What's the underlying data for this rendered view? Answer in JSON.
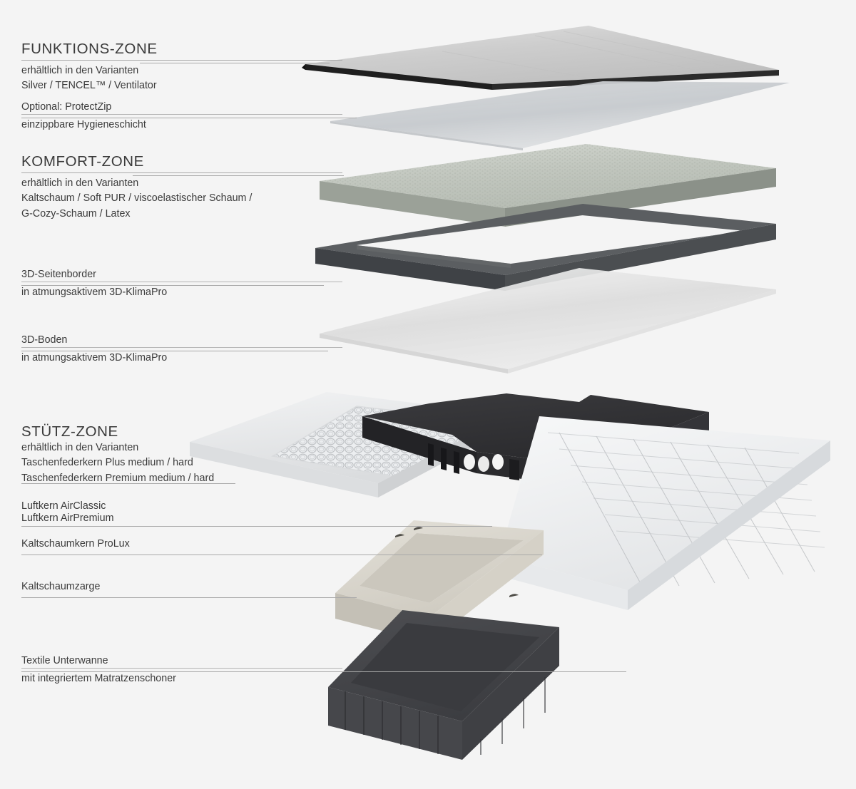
{
  "diagram": {
    "title": "Matratzen-Schichtaufbau",
    "background_color": "#f4f4f4",
    "text_color": "#3b3b3b",
    "rule_color": "#a9a9a9"
  },
  "labels": [
    {
      "id": "funktions-zone",
      "kind": "zone",
      "title": "FUNKTIONS-ZONE",
      "line1": "erhältlich in den Varianten",
      "line2": "Silver / TENCEL™ / Ventilator",
      "line3": ""
    },
    {
      "id": "protectzip",
      "kind": "item",
      "title": "Optional: ProtectZip",
      "line1": "einzippbare Hygieneschicht",
      "line2": "",
      "line3": ""
    },
    {
      "id": "komfort-zone",
      "kind": "zone",
      "title": "KOMFORT-ZONE",
      "line1": "erhältlich in den Varianten",
      "line2": "Kaltschaum / Soft PUR / viscoelastischer Schaum /",
      "line3": "G-Cozy-Schaum / Latex"
    },
    {
      "id": "3d-seitenborder",
      "kind": "item",
      "title": "3D-Seitenborder",
      "line1": "in atmungsaktivem 3D-KlimaPro",
      "line2": "",
      "line3": ""
    },
    {
      "id": "3d-boden",
      "kind": "item",
      "title": "3D-Boden",
      "line1": "in atmungsaktivem 3D-KlimaPro",
      "line2": "",
      "line3": ""
    },
    {
      "id": "stuetz-zone",
      "kind": "zone",
      "title": "STÜTZ-ZONE",
      "line1": "erhältlich in den Varianten",
      "line2": "Taschenfederkern Plus medium / hard",
      "line3": "Taschenfederkern Premium medium / hard"
    },
    {
      "id": "luftkern",
      "kind": "item-2line",
      "title": "Luftkern AirClassic",
      "line1": "Luftkern AirPremium",
      "line2": "",
      "line3": ""
    },
    {
      "id": "kaltschaumkern-prolux",
      "kind": "item-plain",
      "title": "Kaltschaumkern ProLux",
      "line1": "",
      "line2": "",
      "line3": ""
    },
    {
      "id": "kaltschaumzarge",
      "kind": "item-plain",
      "title": "Kaltschaumzarge",
      "line1": "",
      "line2": "",
      "line3": ""
    },
    {
      "id": "textile-unterwanne",
      "kind": "item",
      "title": "Textile Unterwanne",
      "line1": "mit integriertem Matratzenschoner",
      "line2": "",
      "line3": ""
    }
  ],
  "layers": [
    {
      "id": "cover",
      "name": "Funktions-Zone Bezug",
      "color": "#cfcfcf",
      "edge_color": "#232323"
    },
    {
      "id": "protectzip",
      "name": "ProtectZip Hygieneschicht",
      "color": "#c8ccd0",
      "edge_color": "#b6babe"
    },
    {
      "id": "comfort-foam",
      "name": "Komfort-Zone Schaum",
      "color": "#c3c8bf",
      "edge_color": "#8e938b"
    },
    {
      "id": "side-border",
      "name": "3D-Seitenborder Rahmen",
      "color": "#4f5255",
      "edge_color": "#36393b"
    },
    {
      "id": "boden",
      "name": "3D-Boden Platte",
      "color": "#e3e3e3",
      "edge_color": "#d2d2d2"
    },
    {
      "id": "spring-core",
      "name": "Taschenfederkern",
      "color": "#e8e9ea",
      "edge_color": "#cfd1d2"
    },
    {
      "id": "air-core",
      "name": "Luftkern",
      "color": "#2f2f31",
      "edge_color": "#1d1d1f"
    },
    {
      "id": "foam-core",
      "name": "Kaltschaumkern ProLux",
      "color": "#f0f1f2",
      "edge_color": "#d6d8da"
    },
    {
      "id": "foam-frame",
      "name": "Kaltschaumzarge",
      "color": "#d9d5cb",
      "edge_color": "#b9b5ab"
    },
    {
      "id": "bottom-tub",
      "name": "Textile Unterwanne",
      "color": "#46474a",
      "edge_color": "#2e2f31"
    }
  ]
}
